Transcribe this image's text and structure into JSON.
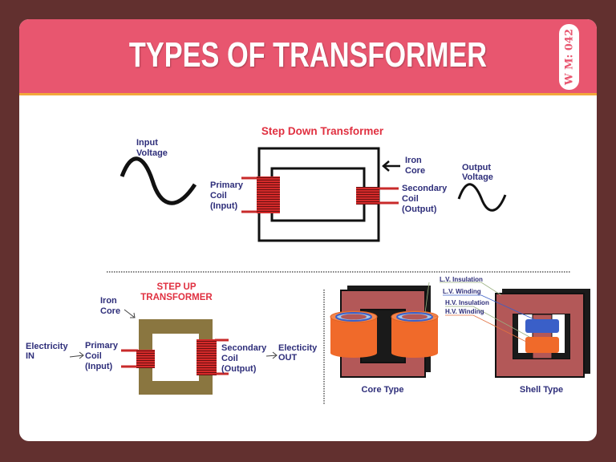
{
  "header": {
    "title": "TYPES OF TRANSFORMER",
    "badge": "W M: 042"
  },
  "step_down": {
    "title": "Step Down Transformer",
    "input_voltage": [
      "Input",
      "Voltage"
    ],
    "output_voltage": [
      "Output",
      "Voltage"
    ],
    "iron_core": [
      "Iron",
      "Core"
    ],
    "primary_coil": [
      "Primary",
      "Coil",
      "(Input)"
    ],
    "secondary_coil": [
      "Secondary",
      "Coil",
      "(Output)"
    ]
  },
  "step_up": {
    "title": [
      "STEP UP",
      "TRANSFORMER"
    ],
    "iron_core": [
      "Iron",
      "Core"
    ],
    "electricity_in": [
      "Electricity",
      "IN"
    ],
    "primary_coil": [
      "Primary",
      "Coil",
      "(Input)"
    ],
    "secondary_coil": [
      "Secondary",
      "Coil",
      "(Output)"
    ],
    "electricity_out": [
      "Electicity",
      "OUT"
    ]
  },
  "construction": {
    "callouts": [
      "L.V. Insulation",
      "L.V. Winding",
      "H.V. Insulation",
      "H.V. Winding"
    ],
    "core_type": "Core Type",
    "shell_type": "Shell Type"
  },
  "colors": {
    "background": "#62302f",
    "header": "#e8566f",
    "accent_red": "#e03040",
    "label_navy": "#2e2e7a",
    "core_maroon": "#b35858",
    "winding_orange": "#f06a2a",
    "lv_blue": "#3a5fc8",
    "stepup_core": "#8a7640"
  }
}
